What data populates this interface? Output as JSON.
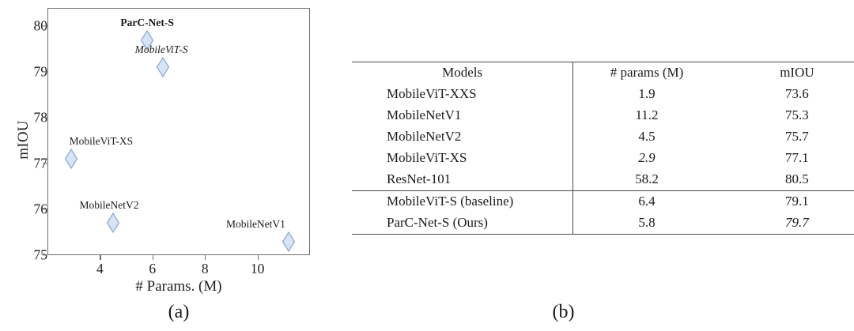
{
  "chart_data": {
    "type": "scatter",
    "title": "",
    "xlabel": "# Params. (M)",
    "ylabel": "mIOU",
    "xlim": [
      2.0,
      12.0
    ],
    "ylim": [
      75.0,
      80.4
    ],
    "xticks": [
      "4",
      "6",
      "8",
      "10"
    ],
    "xtick_values": [
      4,
      6,
      8,
      10
    ],
    "yticks": [
      "75",
      "76",
      "77",
      "78",
      "79",
      "80"
    ],
    "ytick_values": [
      75,
      76,
      77,
      78,
      79,
      80
    ],
    "grid": false,
    "legend": "none",
    "marker_shape": "diamond",
    "marker_fill": "#d7e3f6",
    "marker_stroke": "#8da7cf",
    "points": [
      {
        "label": "ParC-Net-S",
        "x": 5.8,
        "y": 79.7,
        "style": "bold",
        "label_dx": 0,
        "label_dy": -30
      },
      {
        "label": "MobileViT-S",
        "x": 6.4,
        "y": 79.1,
        "style": "italic",
        "label_dx": -2,
        "label_dy": -30
      },
      {
        "label": "MobileViT-XS",
        "x": 2.9,
        "y": 77.1,
        "style": "regular",
        "label_dx": 38,
        "label_dy": -30
      },
      {
        "label": "MobileNetV2",
        "x": 4.5,
        "y": 75.7,
        "style": "regular",
        "label_dx": -5,
        "label_dy": -30
      },
      {
        "label": "MobileNetV1",
        "x": 11.2,
        "y": 75.3,
        "style": "regular",
        "label_dx": -42,
        "label_dy": -30
      }
    ]
  },
  "figure_a": {
    "caption": "(a)"
  },
  "figure_b": {
    "caption": "(b)",
    "table": {
      "headers": [
        "Models",
        "# params (M)",
        "mIOU"
      ],
      "rows": [
        {
          "model": "MobileViT-XXS",
          "params": "1.9",
          "params_style": "bold",
          "miou": "73.6",
          "miou_style": "regular"
        },
        {
          "model": "MobileNetV1",
          "params": "11.2",
          "params_style": "regular",
          "miou": "75.3",
          "miou_style": "regular"
        },
        {
          "model": "MobileNetV2",
          "params": "4.5",
          "params_style": "regular",
          "miou": "75.7",
          "miou_style": "regular"
        },
        {
          "model": "MobileViT-XS",
          "params": "2.9",
          "params_style": "italic",
          "miou": "77.1",
          "miou_style": "regular"
        },
        {
          "model": "ResNet-101",
          "params": "58.2",
          "params_style": "regular",
          "miou": "80.5",
          "miou_style": "bold"
        },
        {
          "model": "MobileViT-S (baseline)",
          "params": "6.4",
          "params_style": "regular",
          "miou": "79.1",
          "miou_style": "regular"
        },
        {
          "model": "ParC-Net-S (Ours)",
          "params": "5.8",
          "params_style": "regular",
          "miou": "79.7",
          "miou_style": "italic"
        }
      ],
      "group_break_after_row_index": 4
    }
  }
}
